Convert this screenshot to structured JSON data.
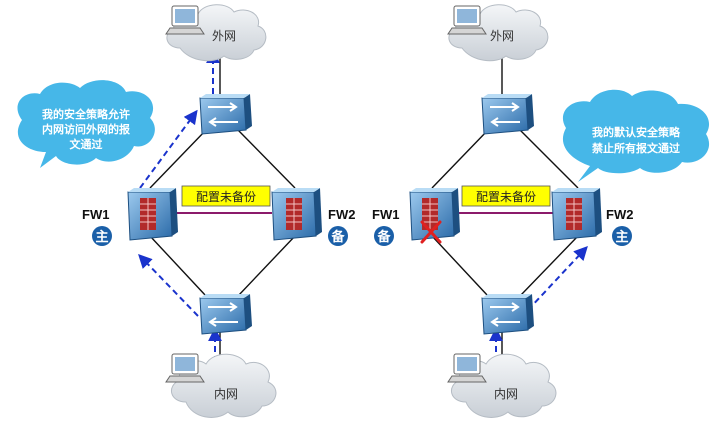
{
  "left": {
    "cloud_top": "外网",
    "cloud_bottom": "内网",
    "fw1": "FW1",
    "fw2": "FW2",
    "fw1_role": "主",
    "fw2_role": "备",
    "config": "配置未备份",
    "bubble_line1": "我的安全策略允许",
    "bubble_line2": "内网访问外网的报",
    "bubble_line3": "文通过"
  },
  "right": {
    "cloud_top": "外网",
    "cloud_bottom": "内网",
    "fw1": "FW1",
    "fw2": "FW2",
    "fw1_role": "备",
    "fw2_role": "主",
    "config": "配置未备份",
    "bubble_line1": "我的默认安全策略",
    "bubble_line2": "禁止所有报文通过"
  },
  "colors": {
    "bubble": "#46b7e8",
    "role_badge": "#1a5fa8",
    "config_box": "#ffff00",
    "heartbeat_line": "#8b1a6b",
    "traffic_arrow": "#1a33cc",
    "fail_mark": "#e02020"
  }
}
